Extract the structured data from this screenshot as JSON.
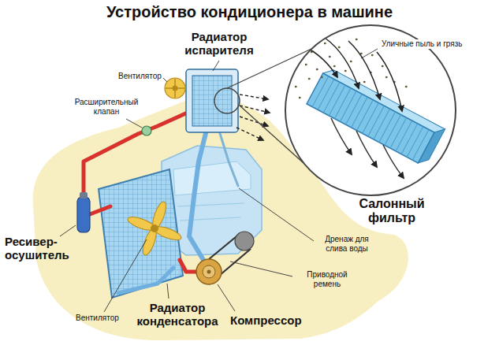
{
  "diagram": {
    "title": "Устройство кондиционера в машине",
    "labels": [
      "Уличные пыль и грязь",
      "Радиатор испарителя",
      "Вентилятор",
      "Расширительный клапан",
      "Салонный фильтр",
      "Дренаж для слива воды",
      "Приводной ремень",
      "Ресивер-осушитель",
      "Вентилятор",
      "Радиатор конденсатора",
      "Компрессор"
    ]
  }
}
